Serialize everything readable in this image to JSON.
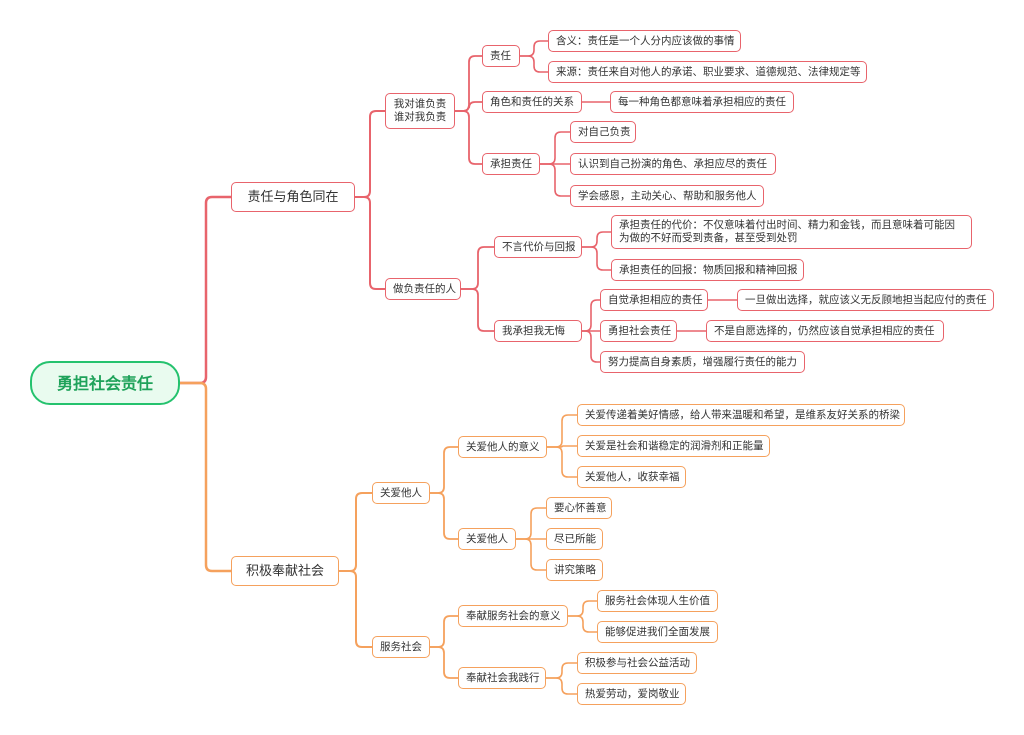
{
  "root": "勇担社会责任",
  "colors": {
    "red": "#e8646c",
    "orange": "#f5a15d",
    "root_border": "#25c26e",
    "root_fill": "#e9fbef"
  },
  "b1": {
    "label": "责任与角色同在",
    "who": {
      "label": "我对谁负责\n谁对我负责",
      "zeren": {
        "label": "责任",
        "items": [
          "含义：责任是一个人分内应该做的事情",
          "来源：责任来自对他人的承诺、职业要求、道德规范、法律规定等"
        ]
      },
      "role": {
        "label": "角色和责任的关系",
        "item": "每一种角色都意味着承担相应的责任"
      },
      "bear": {
        "label": "承担责任",
        "items": [
          "对自己负责",
          "认识到自己扮演的角色、承担应尽的责任",
          "学会感恩，主动关心、帮助和服务他人"
        ]
      }
    },
    "person": {
      "label": "做负责任的人",
      "cost": {
        "label": "不言代价与回报",
        "items": [
          "承担责任的代价：不仅意味着付出时间、精力和金钱，而且意味着可能因为做的不好而受到责备，甚至受到处罚",
          "承担责任的回报：物质回报和精神回报"
        ]
      },
      "me": {
        "label": "我承担我无悔",
        "items": [
          {
            "label": "自觉承担相应的责任",
            "detail": "一旦做出选择，就应该义无反顾地担当起应付的责任"
          },
          {
            "label": "勇担社会责任",
            "detail": "不是自愿选择的，仍然应该自觉承担相应的责任"
          },
          {
            "label": "努力提高自身素质，增强履行责任的能力"
          }
        ]
      }
    }
  },
  "b2": {
    "label": "积极奉献社会",
    "care": {
      "label": "关爱他人",
      "meaning": {
        "label": "关爱他人的意义",
        "items": [
          "关爱传递着美好情感，给人带来温暖和希望，是维系友好关系的桥梁",
          "关爱是社会和谐稳定的润滑剂和正能量",
          "关爱他人，收获幸福"
        ]
      },
      "how": {
        "label": "关爱他人",
        "items": [
          "要心怀善意",
          "尽已所能",
          "讲究策略"
        ]
      }
    },
    "serve": {
      "label": "服务社会",
      "meaning": {
        "label": "奉献服务社会的意义",
        "items": [
          "服务社会体现人生价值",
          "能够促进我们全面发展"
        ]
      },
      "practice": {
        "label": "奉献社会我践行",
        "items": [
          "积极参与社会公益活动",
          "热爱劳动，爱岗敬业"
        ]
      }
    }
  }
}
